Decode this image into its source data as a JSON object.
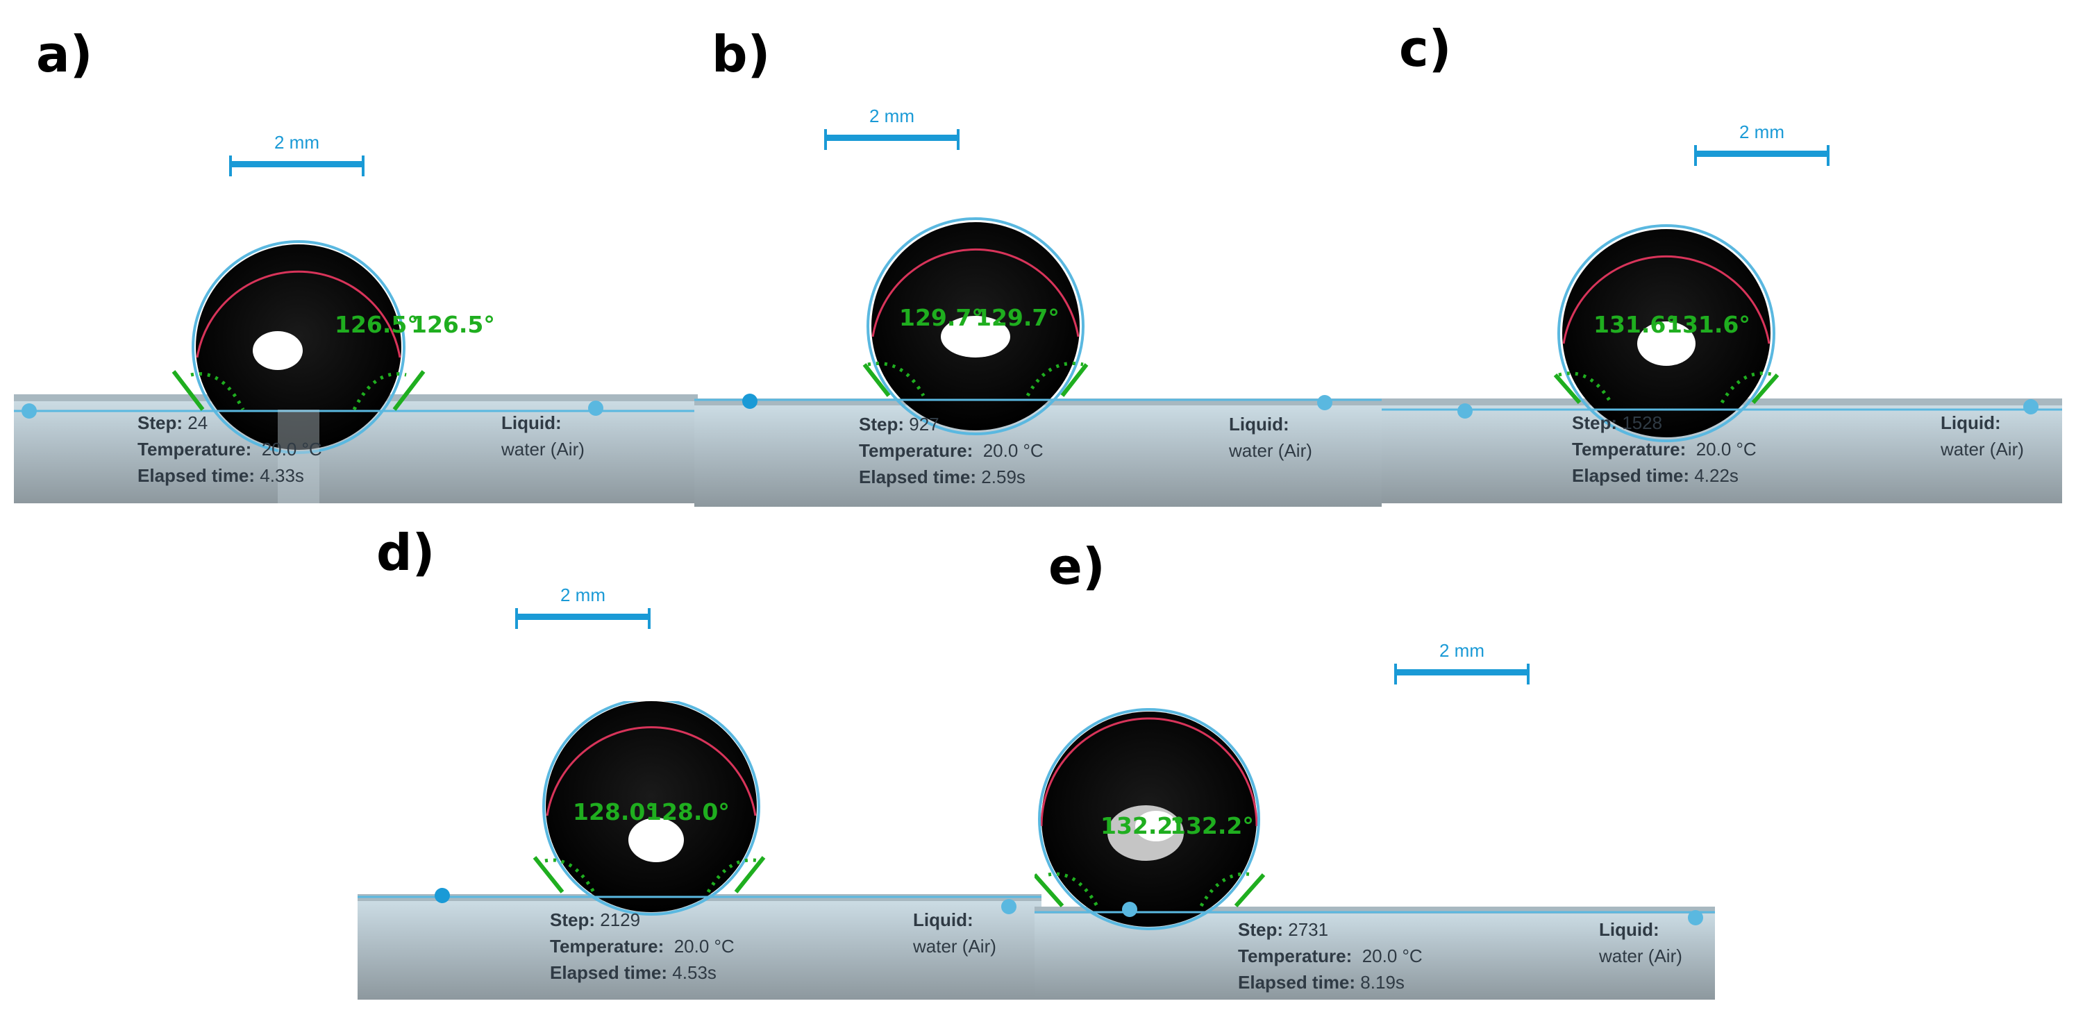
{
  "panels": [
    {
      "label": "a)",
      "scale": "2 mm",
      "angle_left": "126.5°",
      "angle_right": "126.5°",
      "step_label": "Step:",
      "step": "24",
      "temp_label": "Temperature:",
      "temp": "20.0 °C",
      "time_label": "Elapsed time:",
      "time": "4.33s",
      "liquid_label": "Liquid:",
      "liquid": "water (Air)"
    },
    {
      "label": "b)",
      "scale": "2 mm",
      "angle_left": "129.7°",
      "angle_right": "129.7°",
      "step_label": "Step:",
      "step": "927",
      "temp_label": "Temperature:",
      "temp": "20.0 °C",
      "time_label": "Elapsed time:",
      "time": "2.59s",
      "liquid_label": "Liquid:",
      "liquid": "water (Air)"
    },
    {
      "label": "c)",
      "scale": "2 mm",
      "angle_left": "131.6°",
      "angle_right": "131.6°",
      "step_label": "Step:",
      "step": "1528",
      "temp_label": "Temperature:",
      "temp": "20.0 °C",
      "time_label": "Elapsed time:",
      "time": "4.22s",
      "liquid_label": "Liquid:",
      "liquid": "water (Air)"
    },
    {
      "label": "d)",
      "scale": "2 mm",
      "angle_left": "128.0°",
      "angle_right": "128.0°",
      "step_label": "Step:",
      "step": "2129",
      "temp_label": "Temperature:",
      "temp": "20.0 °C",
      "time_label": "Elapsed time:",
      "time": "4.53s",
      "liquid_label": "Liquid:",
      "liquid": "water (Air)"
    },
    {
      "label": "e)",
      "scale": "2 mm",
      "angle_left": "132.2°",
      "angle_right": "132.2°",
      "step_label": "Step:",
      "step": "2731",
      "temp_label": "Temperature:",
      "temp": "20.0 °C",
      "time_label": "Elapsed time:",
      "time": "8.19s",
      "liquid_label": "Liquid:",
      "liquid": "water (Air)"
    }
  ],
  "colors": {
    "scale_bar": "#1a9ad6",
    "angle_text": "#1fae1f",
    "fit_circle": "#5ab8e0",
    "drop_edge": "#d8345a"
  }
}
